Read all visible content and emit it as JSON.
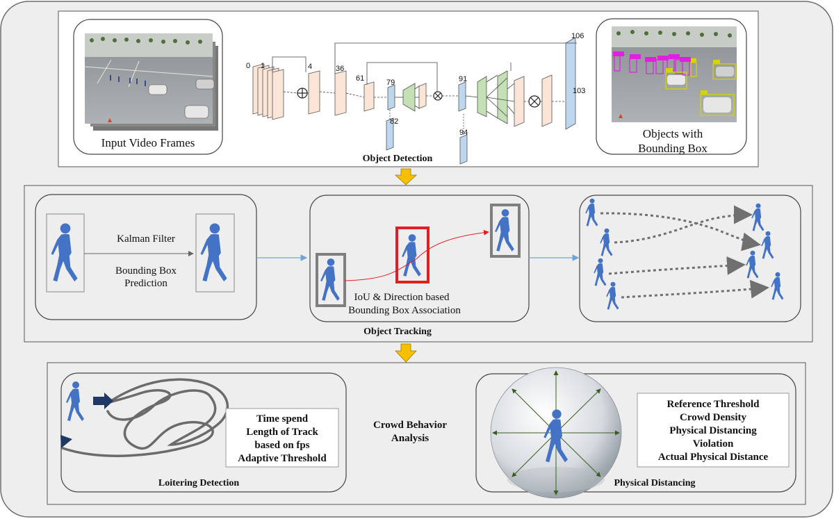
{
  "colors": {
    "background": "#eeeeee",
    "panel": "#ffffff",
    "layer_peach": "#fbe5d6",
    "layer_blue": "#bdd7ee",
    "layer_green": "#c5e0b4",
    "pedestrian": "#4472c4",
    "arrow_gold": "#f6c000",
    "red_box": "#e02020",
    "grey_box": "#808080",
    "track_grey": "#707070",
    "sphere_arrow": "#3b5e1f"
  },
  "icons": [
    "pedestrian-icon",
    "plus-circle-icon",
    "times-circle-icon",
    "down-arrow-icon",
    "navy-arrow-icon",
    "sphere-icon"
  ],
  "detection": {
    "title": "Object Detection",
    "input_label": "Input Video Frames",
    "output_label_line1": "Objects with",
    "output_label_line2": "Bounding Box",
    "layer_numbers": [
      "0",
      "1",
      "4",
      "36",
      "61",
      "79",
      "82",
      "91",
      "94",
      "106",
      "103"
    ]
  },
  "tracking": {
    "title": "Object Tracking",
    "kalman_line1": "Kalman Filter",
    "kalman_line2": "Bounding Box",
    "kalman_line3": "Prediction",
    "assoc_line1": "IoU & Direction based",
    "assoc_line2": "Bounding Box Association"
  },
  "crowd": {
    "title_line1": "Crowd Behavior",
    "title_line2": "Analysis",
    "loitering": {
      "title": "Loitering Detection",
      "features": [
        "Time spend",
        "Length of Track",
        "based on fps",
        "Adaptive Threshold"
      ]
    },
    "distancing": {
      "title": "Physical Distancing",
      "features": [
        "Reference Threshold",
        "Crowd Density",
        "Physical Distancing",
        "Violation",
        "Actual Physical Distance"
      ]
    }
  }
}
